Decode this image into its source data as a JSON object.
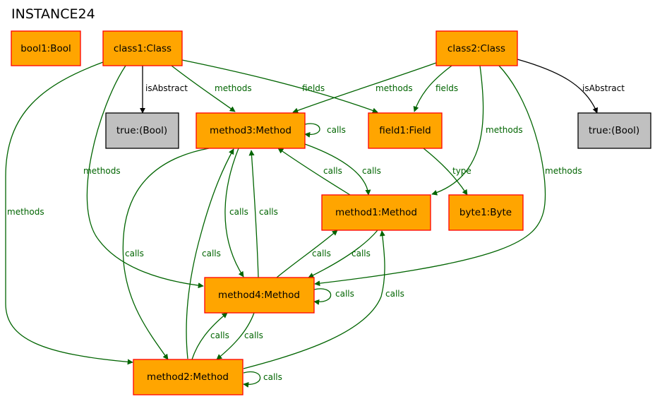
{
  "title": "INSTANCE24",
  "colors": {
    "object_fill": "#ffa500",
    "object_border": "#ff0000",
    "value_fill": "#c0c0c0",
    "value_border": "#000000",
    "edge_green": "#006400",
    "edge_black": "#000000"
  },
  "nodes": {
    "bool1": "bool1:Bool",
    "class1": "class1:Class",
    "class2": "class2:Class",
    "true1": "true:(Bool)",
    "true2": "true:(Bool)",
    "method3": "method3:Method",
    "field1": "field1:Field",
    "method1": "method1:Method",
    "byte1": "byte1:Byte",
    "method4": "method4:Method",
    "method2": "method2:Method"
  },
  "edge_labels": {
    "class1_isAbstract": "isAbstract",
    "class1_methods_m3": "methods",
    "class1_fields": "fields",
    "class1_methods_m4": "methods",
    "class1_methods_m2": "methods",
    "class2_methods_m3": "methods",
    "class2_fields": "fields",
    "class2_methods_m1": "methods",
    "class2_methods_m4": "methods",
    "class2_isAbstract": "isAbstract",
    "m3_self": "calls",
    "m1_m3": "calls",
    "m3_m1": "calls",
    "field_type": "type",
    "m3_m4": "calls",
    "m4_m3": "calls",
    "m3_m2": "calls",
    "m2_m3": "calls",
    "m4_m1": "calls",
    "m1_m4": "calls",
    "m4_self": "calls",
    "m2_m1": "calls",
    "m2_m4": "calls",
    "m4_m2": "calls",
    "m2_self": "calls"
  }
}
